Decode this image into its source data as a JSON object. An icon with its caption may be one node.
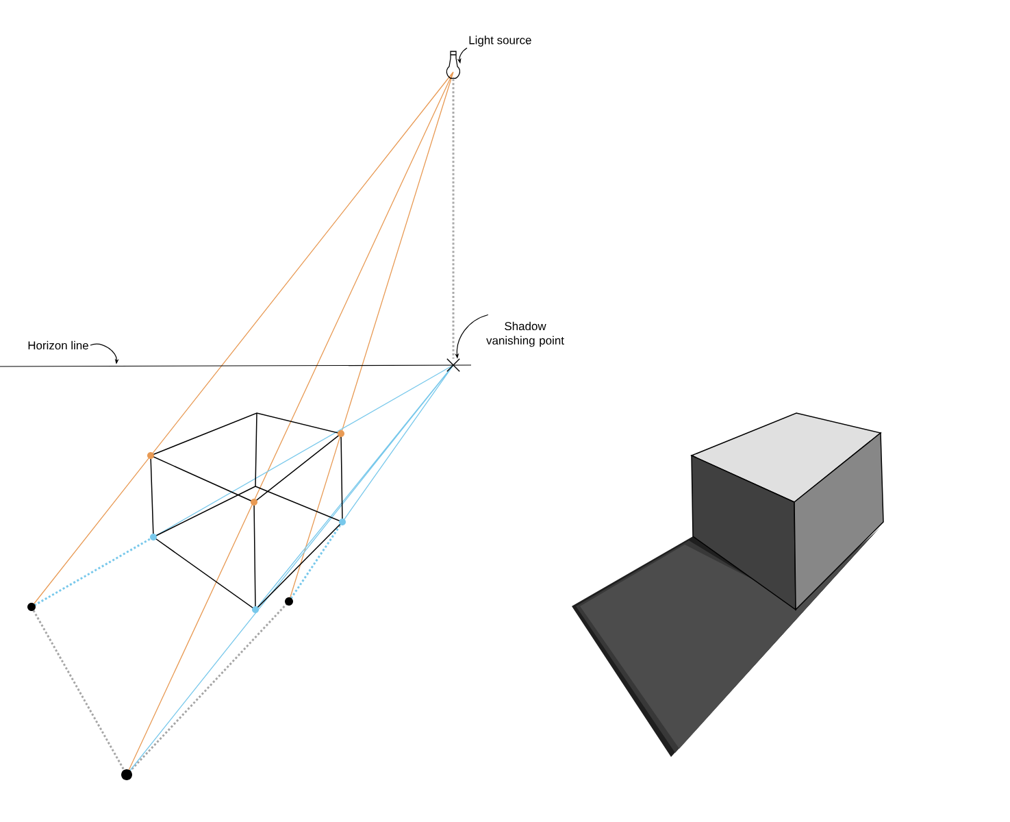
{
  "diagram": {
    "nodes": [
      {
        "text": [
          "Light source"
        ]
      },
      {
        "text": [],
        "shape": "picture"
      },
      {
        "text": [
          "Horizon line"
        ]
      },
      {
        "text": [],
        "shape": "line"
      },
      {
        "text": [
          "Shadow vanishing point"
        ]
      },
      {
        "text": [],
        "shape": "cross"
      }
    ],
    "edges": [
      {
        "from": 0,
        "to": 1,
        "arrow": "to"
      },
      {
        "from": 2,
        "to": 3,
        "arrow": "to"
      },
      {
        "from": 4,
        "to": 5,
        "arrow": "to"
      },
      {
        "from": 1,
        "to": 5,
        "arrow": "none",
        "style": "dashed",
        "color": "#aaaaaa"
      }
    ]
  }
}
